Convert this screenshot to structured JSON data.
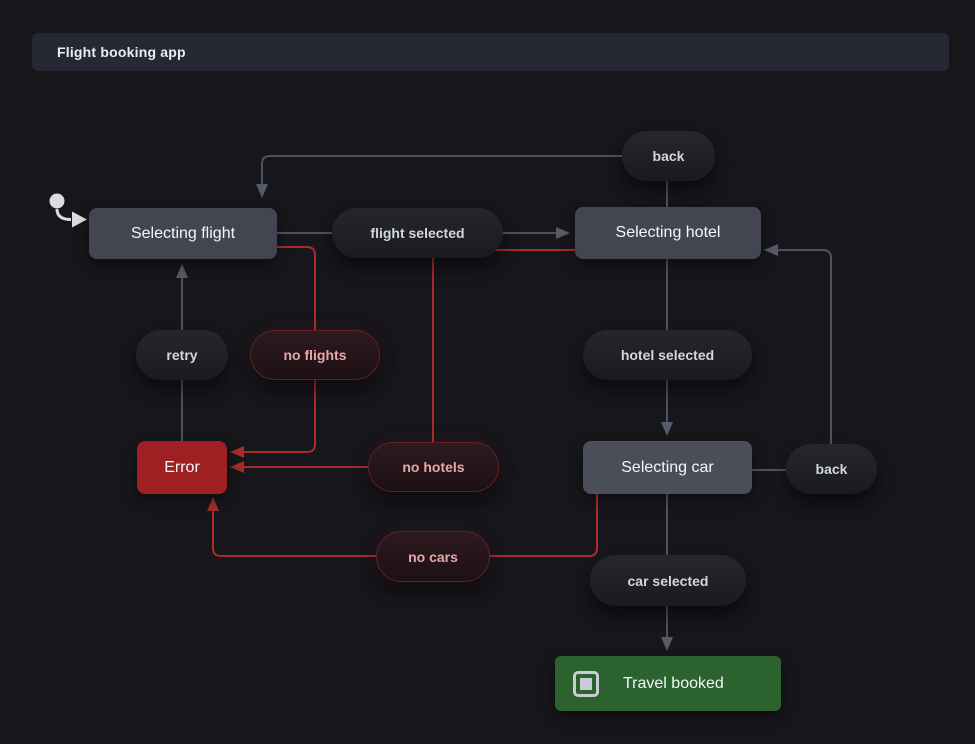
{
  "header": {
    "title": "Flight booking app"
  },
  "diagram": {
    "initial_state": "Selecting flight",
    "nodes": [
      {
        "id": "selecting-flight",
        "label": "Selecting flight",
        "kind": "state"
      },
      {
        "id": "selecting-hotel",
        "label": "Selecting hotel",
        "kind": "state"
      },
      {
        "id": "selecting-car",
        "label": "Selecting car",
        "kind": "state"
      },
      {
        "id": "error",
        "label": "Error",
        "kind": "error-state"
      },
      {
        "id": "travel-booked",
        "label": "Travel booked",
        "kind": "final-state"
      }
    ],
    "events": [
      {
        "id": "back-top",
        "label": "back",
        "kind": "event"
      },
      {
        "id": "flight-selected",
        "label": "flight selected",
        "kind": "event"
      },
      {
        "id": "retry",
        "label": "retry",
        "kind": "event"
      },
      {
        "id": "no-flights",
        "label": "no flights",
        "kind": "error-event"
      },
      {
        "id": "hotel-selected",
        "label": "hotel selected",
        "kind": "event"
      },
      {
        "id": "no-hotels",
        "label": "no hotels",
        "kind": "error-event"
      },
      {
        "id": "back-right",
        "label": "back",
        "kind": "event"
      },
      {
        "id": "no-cars",
        "label": "no cars",
        "kind": "error-event"
      },
      {
        "id": "car-selected",
        "label": "car selected",
        "kind": "event"
      }
    ],
    "transitions": [
      {
        "from": "Selecting flight",
        "event": "flight selected",
        "to": "Selecting hotel"
      },
      {
        "from": "Selecting flight",
        "event": "no flights",
        "to": "Error"
      },
      {
        "from": "Selecting hotel",
        "event": "back",
        "to": "Selecting flight"
      },
      {
        "from": "Selecting hotel",
        "event": "hotel selected",
        "to": "Selecting car"
      },
      {
        "from": "Selecting hotel",
        "event": "no hotels",
        "to": "Error"
      },
      {
        "from": "Selecting car",
        "event": "back",
        "to": "Selecting hotel"
      },
      {
        "from": "Selecting car",
        "event": "car selected",
        "to": "Travel booked"
      },
      {
        "from": "Selecting car",
        "event": "no cars",
        "to": "Error"
      },
      {
        "from": "Error",
        "event": "retry",
        "to": "Selecting flight"
      }
    ],
    "colors": {
      "background": "#16161b",
      "state_bg": "#434650",
      "error_state_bg": "#9e2023",
      "final_state_bg": "#2b622e",
      "edge": "#4d5261",
      "error_edge": "#ab2b2b"
    }
  }
}
